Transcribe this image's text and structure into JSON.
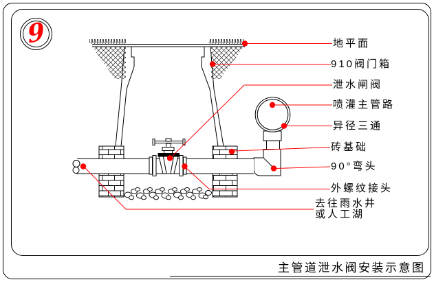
{
  "frame": {
    "logo_number": "9"
  },
  "title": {
    "text": "主管道泄水阀安装示意图"
  },
  "callouts": {
    "ground": "地平面",
    "valve_box": "910阀门箱",
    "drain_valve": "泄水闸阀",
    "main_pipe": "喷灌主管路",
    "reducing_tee": "异径三通",
    "brick_foundation": "砖基础",
    "elbow": "90°弯头",
    "thread_adapter": "外螺纹接头",
    "drain_to_line1": "去往雨水井",
    "drain_to_line2": "或人工湖"
  },
  "colors": {
    "line": "#000000",
    "accent": "#ff0000",
    "background": "#ffffff"
  }
}
